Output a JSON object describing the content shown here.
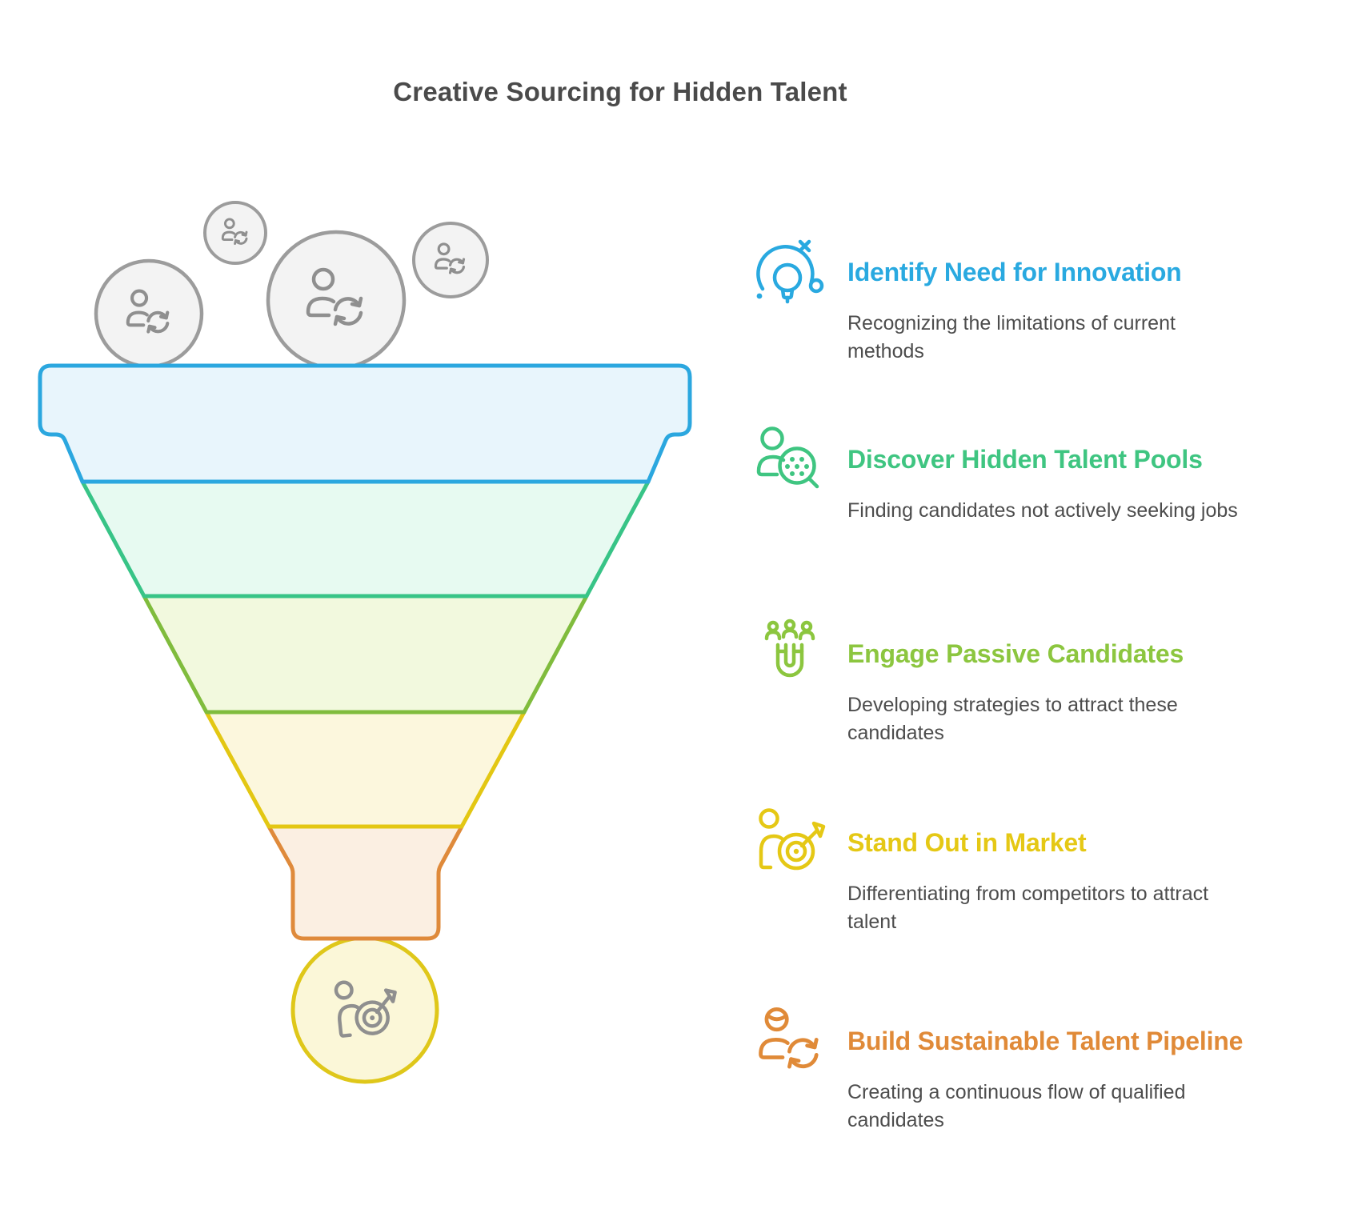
{
  "heading": {
    "text": "Creative Sourcing for Hidden Talent",
    "color": "#4A4A4A"
  },
  "page": {
    "background": "#FFFFFF",
    "text_color": "#4D4D4D"
  },
  "funnel": {
    "stages": [
      {
        "fill": "#E8F5FC",
        "stroke": "#2BA7DF"
      },
      {
        "fill": "#E7FAF1",
        "stroke": "#38C487"
      },
      {
        "fill": "#F2F9DE",
        "stroke": "#80BC3D"
      },
      {
        "fill": "#FCF7DD",
        "stroke": "#E3C713"
      },
      {
        "fill": "#FBEFE2",
        "stroke": "#DF8A3B"
      }
    ],
    "outlet": {
      "fill": "#FBF7D8",
      "stroke": "#DFC71A",
      "icon": "person-target-icon",
      "icon_color": "#8F8F8F"
    },
    "bubbles": {
      "count": 4,
      "fill": "#F3F3F3",
      "stroke": "#9C9C9C",
      "icon": "person-sync-icon",
      "icon_color": "#8F8F8F"
    }
  },
  "steps": [
    {
      "title": "Identify Need for Innovation",
      "description": "Recognizing the limitations of current\nmethods",
      "color": "#29A9E0",
      "icon": "lightbulb-innovation-icon"
    },
    {
      "title": "Discover Hidden Talent Pools",
      "description": "Finding candidates not actively seeking jobs",
      "color": "#3FC581",
      "icon": "person-magnifier-icon"
    },
    {
      "title": "Engage Passive Candidates",
      "description": "Developing strategies to attract these\ncandidates",
      "color": "#8CC63F",
      "icon": "magnet-people-icon"
    },
    {
      "title": "Stand Out in Market",
      "description": "Differentiating from competitors to attract\ntalent",
      "color": "#E5C815",
      "icon": "person-target-icon"
    },
    {
      "title": "Build Sustainable Talent Pipeline",
      "description": "Creating a continuous flow of qualified\ncandidates",
      "color": "#E08A38",
      "icon": "person-sync-icon"
    }
  ]
}
